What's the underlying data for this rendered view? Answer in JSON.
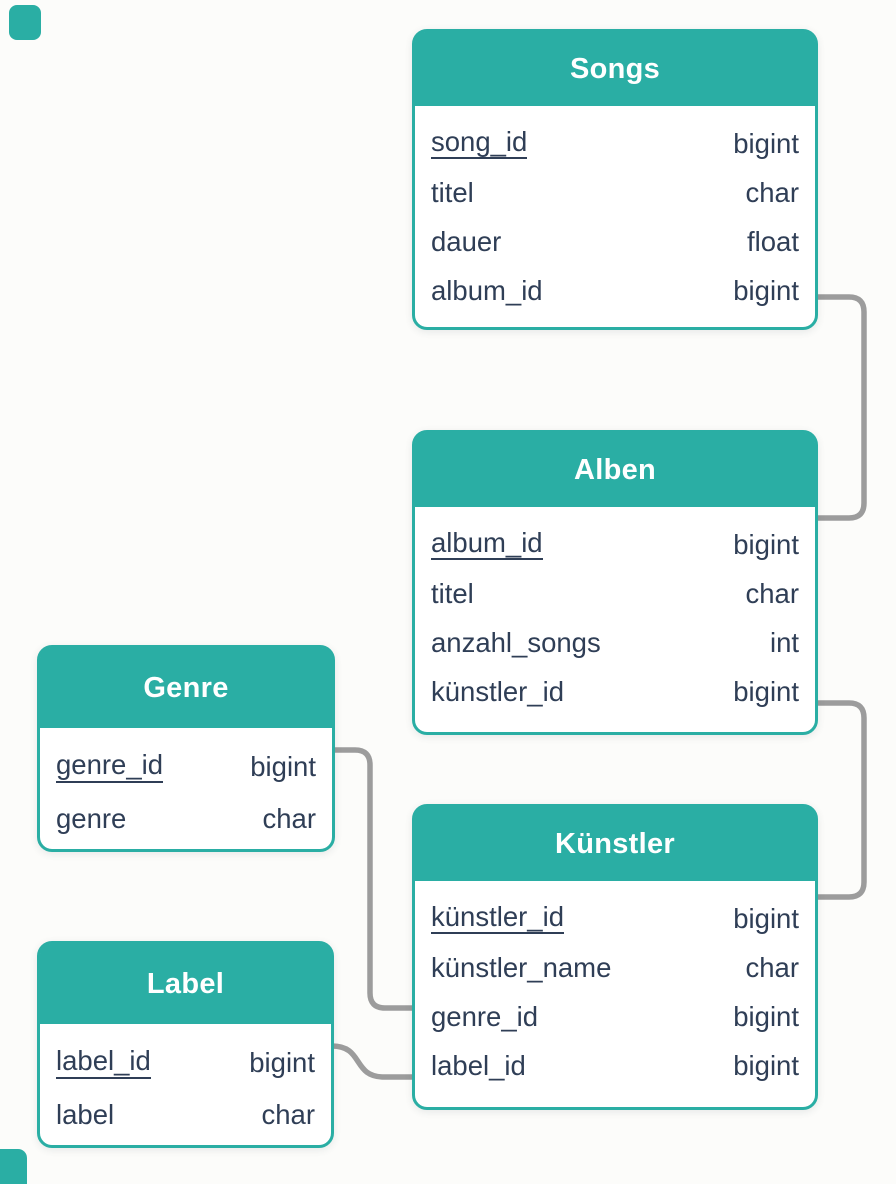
{
  "diagram": {
    "type": "entity-relationship",
    "accent_color": "#2aaea4",
    "text_color": "#2f3e56",
    "connector_color": "#9c9c9c",
    "background_color": "#fcfcfa",
    "tables": [
      {
        "title": "Songs",
        "fields": [
          {
            "name": "song_id",
            "type": "bigint",
            "pk": true
          },
          {
            "name": "titel",
            "type": "char",
            "pk": false
          },
          {
            "name": "dauer",
            "type": "float",
            "pk": false
          },
          {
            "name": "album_id",
            "type": "bigint",
            "pk": false
          }
        ]
      },
      {
        "title": "Alben",
        "fields": [
          {
            "name": "album_id",
            "type": "bigint",
            "pk": true
          },
          {
            "name": "titel",
            "type": "char",
            "pk": false
          },
          {
            "name": "anzahl_songs",
            "type": "int",
            "pk": false
          },
          {
            "name": "künstler_id",
            "type": "bigint",
            "pk": false
          }
        ]
      },
      {
        "title": "Genre",
        "fields": [
          {
            "name": "genre_id",
            "type": "bigint",
            "pk": true
          },
          {
            "name": "genre",
            "type": "char",
            "pk": false
          }
        ]
      },
      {
        "title": "Künstler",
        "fields": [
          {
            "name": "künstler_id",
            "type": "bigint",
            "pk": true
          },
          {
            "name": "künstler_name",
            "type": "char",
            "pk": false
          },
          {
            "name": "genre_id",
            "type": "bigint",
            "pk": false
          },
          {
            "name": "label_id",
            "type": "bigint",
            "pk": false
          }
        ]
      },
      {
        "title": "Label",
        "fields": [
          {
            "name": "label_id",
            "type": "bigint",
            "pk": true
          },
          {
            "name": "label",
            "type": "char",
            "pk": false
          }
        ]
      }
    ],
    "relations": [
      {
        "from": "Songs.album_id",
        "to": "Alben.album_id"
      },
      {
        "from": "Alben.künstler_id",
        "to": "Künstler.künstler_id"
      },
      {
        "from": "Genre.genre_id",
        "to": "Künstler.genre_id"
      },
      {
        "from": "Label.label_id",
        "to": "Künstler.label_id"
      }
    ]
  }
}
